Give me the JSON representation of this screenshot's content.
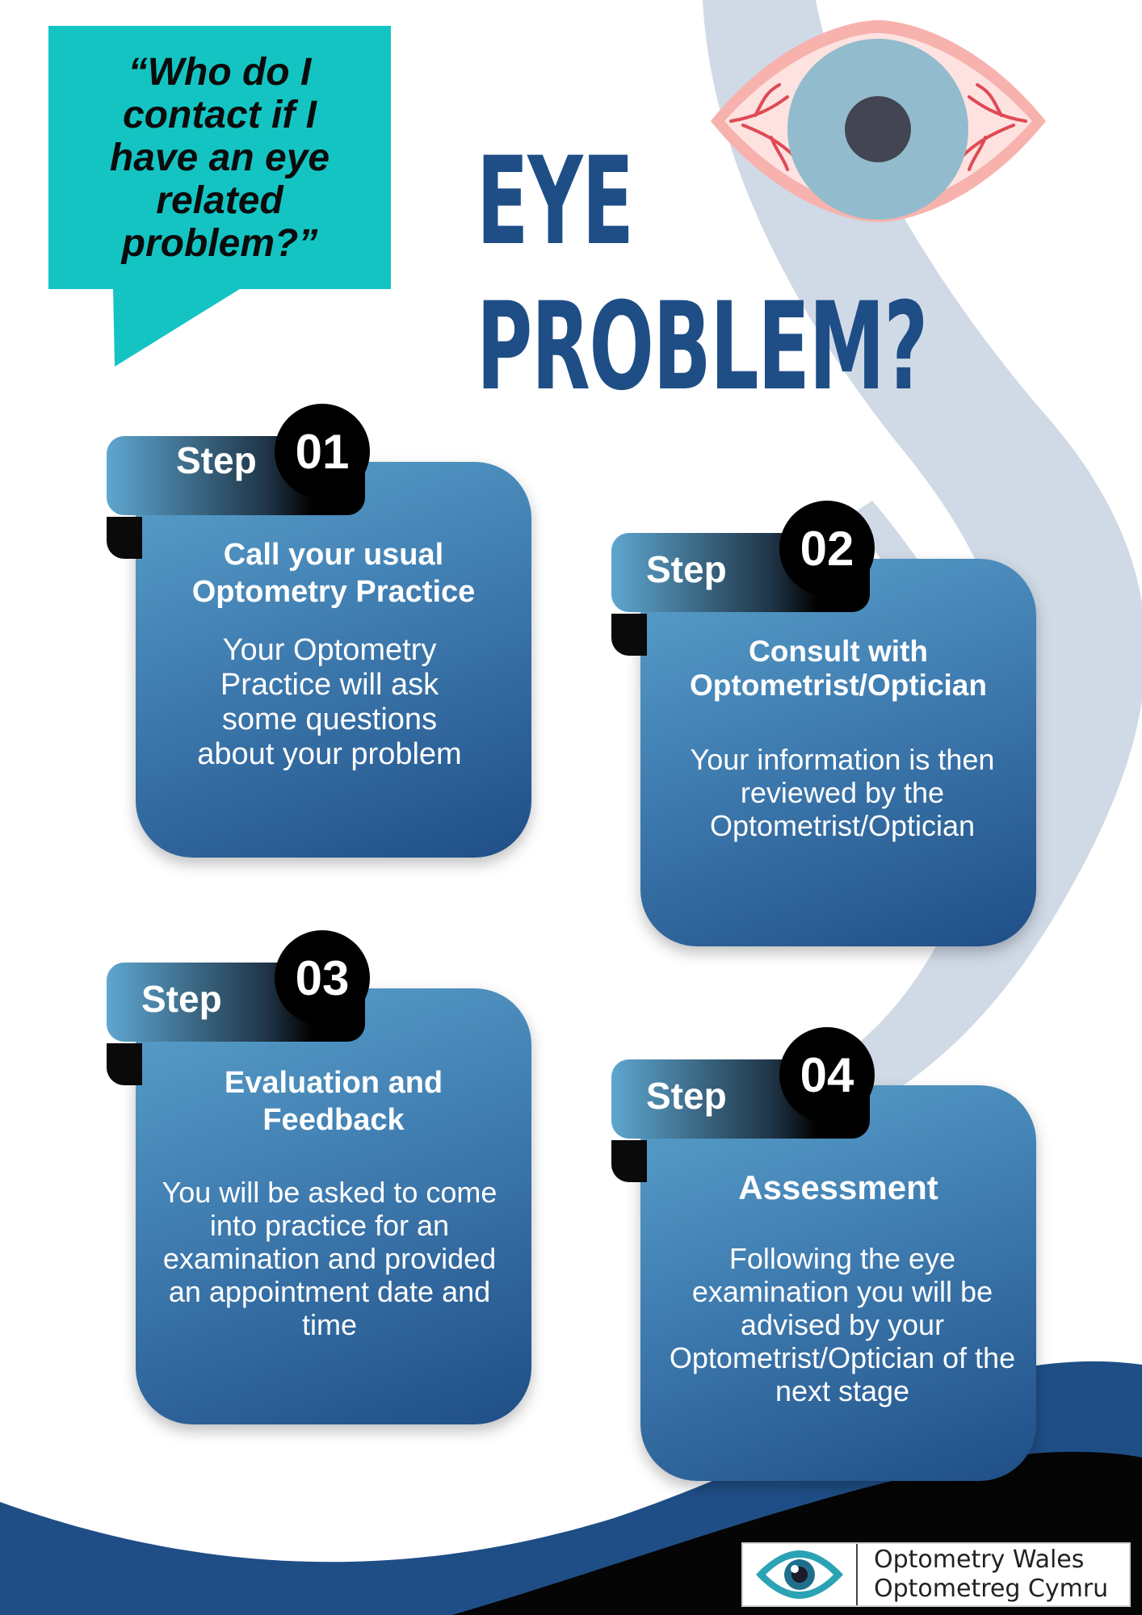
{
  "bubble": {
    "text": "“Who do I contact if I have an eye related problem?”"
  },
  "title": {
    "line1": "EYE",
    "line2": "PROBLEM?"
  },
  "steps": [
    {
      "label": "Step",
      "number": "01",
      "heading": "Call your usual Optometry Practice",
      "body": "Your Optometry Practice will ask some questions about your problem"
    },
    {
      "label": "Step",
      "number": "02",
      "heading": "Consult with Optometrist/Optician",
      "body": "Your information is then reviewed by the Optometrist/Optician"
    },
    {
      "label": "Step",
      "number": "03",
      "heading": "Evaluation and Feedback",
      "body": "You will be asked to come into practice for an examination and provided an appointment date and time"
    },
    {
      "label": "Step",
      "number": "04",
      "heading": "Assessment",
      "body": "Following the eye examination you will be advised by your Optometrist/Optician of the next stage"
    }
  ],
  "logo": {
    "line1": "Optometry Wales",
    "line2": "Optometreg Cymru"
  },
  "colors": {
    "bubble": "#14c4c3",
    "title": "#1f4e86",
    "card_top": "#5aa2cc",
    "card_bottom": "#1f4e86",
    "swoosh": "#d0dae6",
    "wave": "#1f4e86"
  },
  "icons": [
    "eye-illustration",
    "optometry-wales-eye-logo"
  ]
}
